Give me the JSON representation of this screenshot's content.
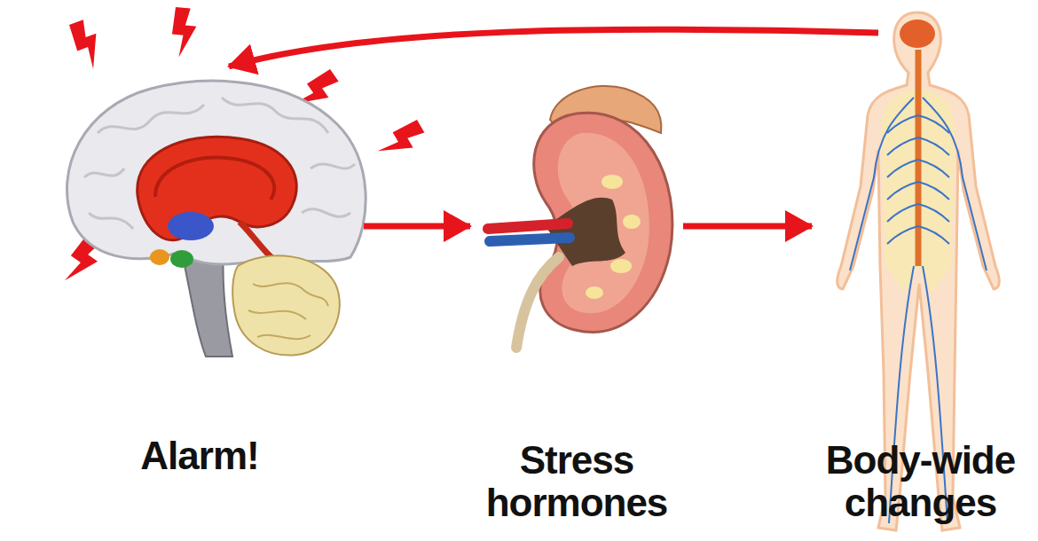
{
  "diagram": {
    "nodes": [
      {
        "text": [
          "Alarm!"
        ]
      },
      {
        "text": [
          "Stress hormones"
        ]
      },
      {
        "text": [
          "Body-wide changes"
        ]
      }
    ],
    "edges": [
      {
        "from": 0,
        "to": 1,
        "arrow": "to"
      },
      {
        "from": 1,
        "to": 2,
        "arrow": "to"
      },
      {
        "from": 2,
        "to": 0,
        "arrow": "to"
      }
    ]
  }
}
